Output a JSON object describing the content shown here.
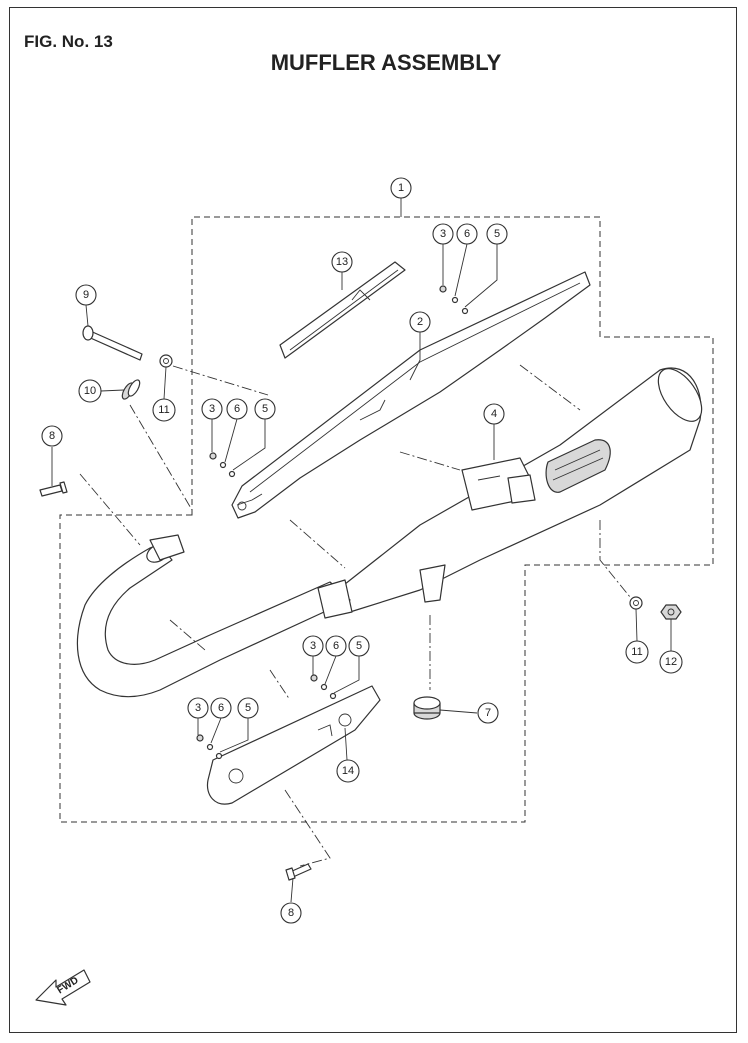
{
  "header": {
    "fig_no": "FIG. No. 13",
    "title": "MUFFLER ASSEMBLY"
  },
  "callouts": {
    "c1": "1",
    "c2": "2",
    "c3a": "3",
    "c6a": "6",
    "c5a": "5",
    "c4": "4",
    "c3b": "3",
    "c6b": "6",
    "c5b": "5",
    "c7": "7",
    "c8a": "8",
    "c8b": "8",
    "c9": "9",
    "c10": "10",
    "c11a": "11",
    "c11b": "11",
    "c12": "12",
    "c13": "13",
    "c14": "14",
    "c3c": "3",
    "c6c": "6",
    "c5c": "5",
    "c3d": "3",
    "c6d": "6",
    "c5d": "5"
  },
  "fwd_indicator": "FWD"
}
